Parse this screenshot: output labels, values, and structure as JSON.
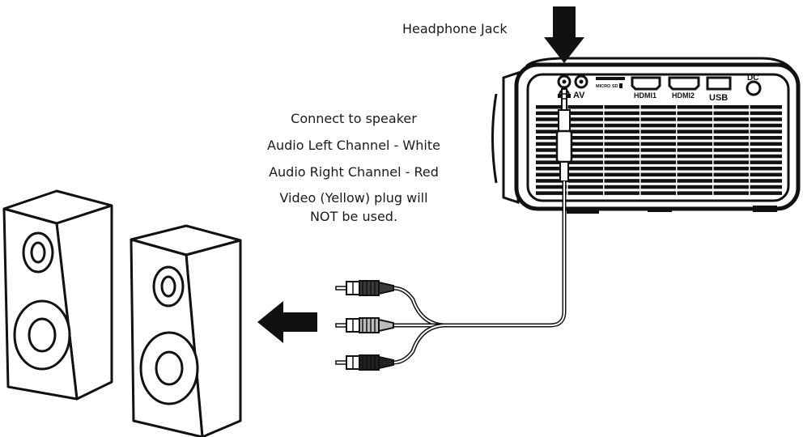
{
  "labels": {
    "headphone_jack": "Headphone Jack",
    "connect": "Connect to speaker",
    "left_channel": "Audio Left Channel - White",
    "right_channel": "Audio Right Channel - Red",
    "video_line1": "Video (Yellow) plug will",
    "video_line2": "NOT be used."
  },
  "ports": {
    "av": "AV",
    "microsd": "MICRO SD",
    "hdmi1": "HDMI1",
    "hdmi2": "HDMI2",
    "usb": "USB",
    "dc": "DC"
  },
  "icons": {
    "down_arrow": "down-arrow-icon",
    "left_arrow": "left-arrow-icon",
    "headphone": "headphone-icon",
    "speaker": "speaker-icon"
  }
}
